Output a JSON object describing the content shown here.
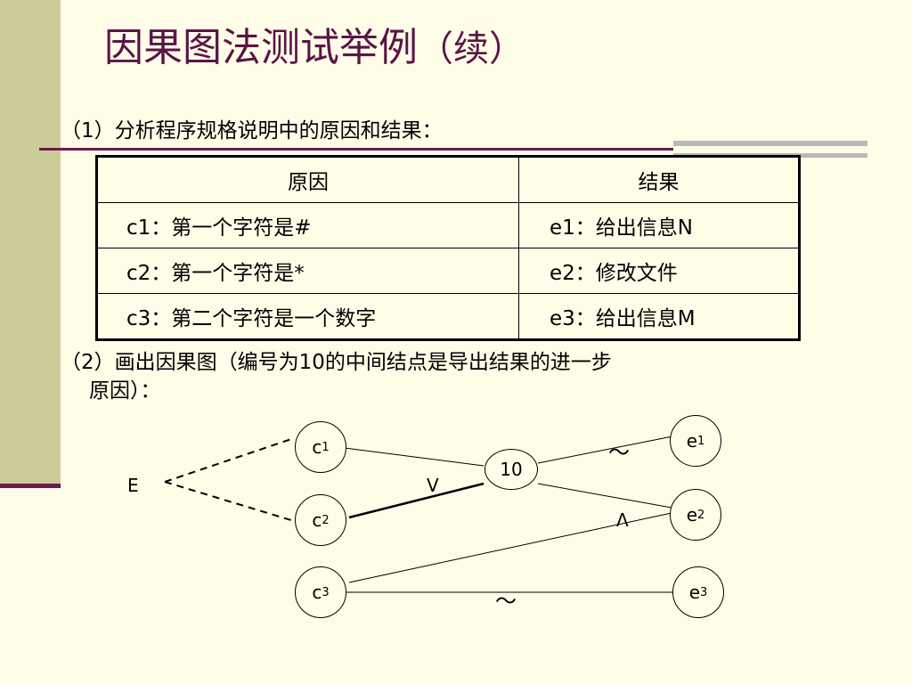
{
  "title": {
    "main": "因果图法测试举例",
    "sub": "（续）"
  },
  "step1": "（1）分析程序规格说明中的原因和结果：",
  "table": {
    "headers": [
      "原因",
      "结果"
    ],
    "rows": [
      {
        "cause": "c1：第一个字符是#",
        "effect": "e1：给出信息N"
      },
      {
        "cause": "c2：第一个字符是*",
        "effect": "e2：修改文件"
      },
      {
        "cause": "c3：第二个字符是一个数字",
        "effect": "e3：给出信息M"
      }
    ]
  },
  "step2": {
    "line1": "（2）画出因果图（编号为10的中间结点是导出结果的进一步",
    "line2": "原因）："
  },
  "graph": {
    "constraint": "E",
    "or_symbol": "V",
    "and_symbol": "Λ",
    "not_symbol": "～",
    "middle_node": "10",
    "nodes": [
      {
        "base": "c",
        "sub": "1"
      },
      {
        "base": "c",
        "sub": "2"
      },
      {
        "base": "c",
        "sub": "3"
      },
      {
        "base": "e",
        "sub": "1"
      },
      {
        "base": "e",
        "sub": "2"
      },
      {
        "base": "e",
        "sub": "3"
      }
    ]
  }
}
